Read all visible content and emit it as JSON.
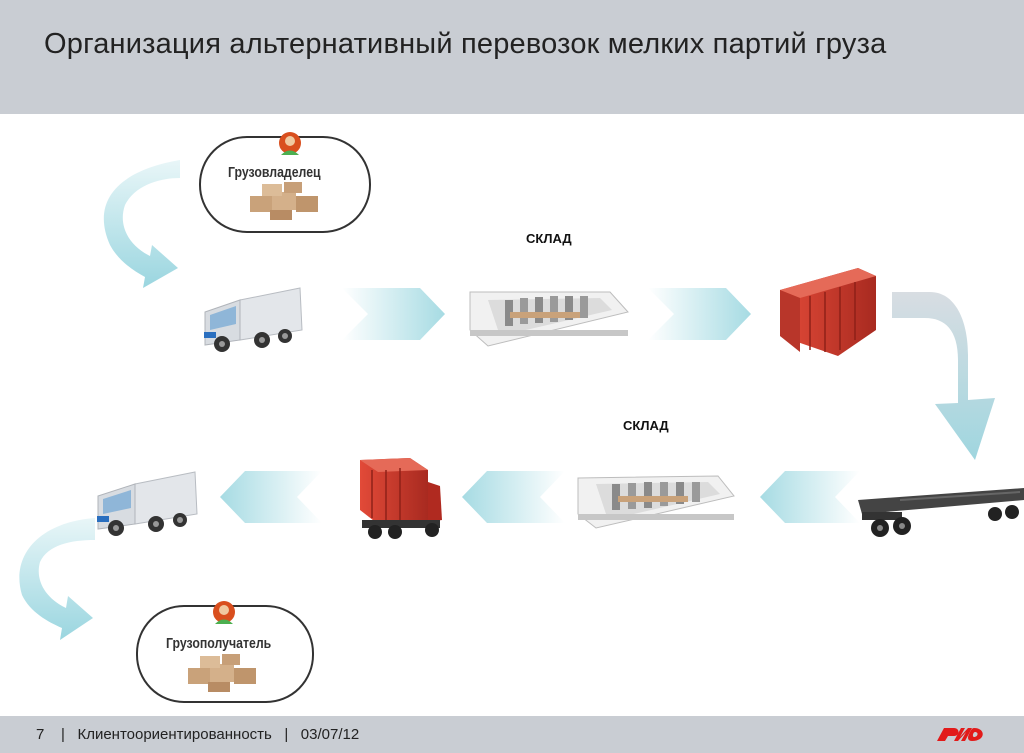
{
  "header": {
    "title": "Организация альтернативный перевозок мелких партий груза"
  },
  "nodes": {
    "shipper": "Грузовладелец",
    "consignee": "Грузополучатель",
    "warehouse_top": "СКЛАД",
    "warehouse_bottom": "СКЛАД"
  },
  "footer": {
    "page_number": "7",
    "separator1": "|",
    "section": "Клиентоориентированность",
    "separator2": "|",
    "date": "03/07/12"
  },
  "colors": {
    "arrow_gradient_start": "#ffffff",
    "arrow_gradient_end": "#a6dbe3",
    "container_red": "#c8342a",
    "logo_red": "#e21a1a",
    "header_gray": "#c9cdd3"
  },
  "icons": [
    "person-icon",
    "boxes-icon",
    "delivery-truck-icon",
    "warehouse-icon",
    "shipping-container-icon",
    "railcar-icon",
    "container-truck-icon",
    "company-logo"
  ]
}
